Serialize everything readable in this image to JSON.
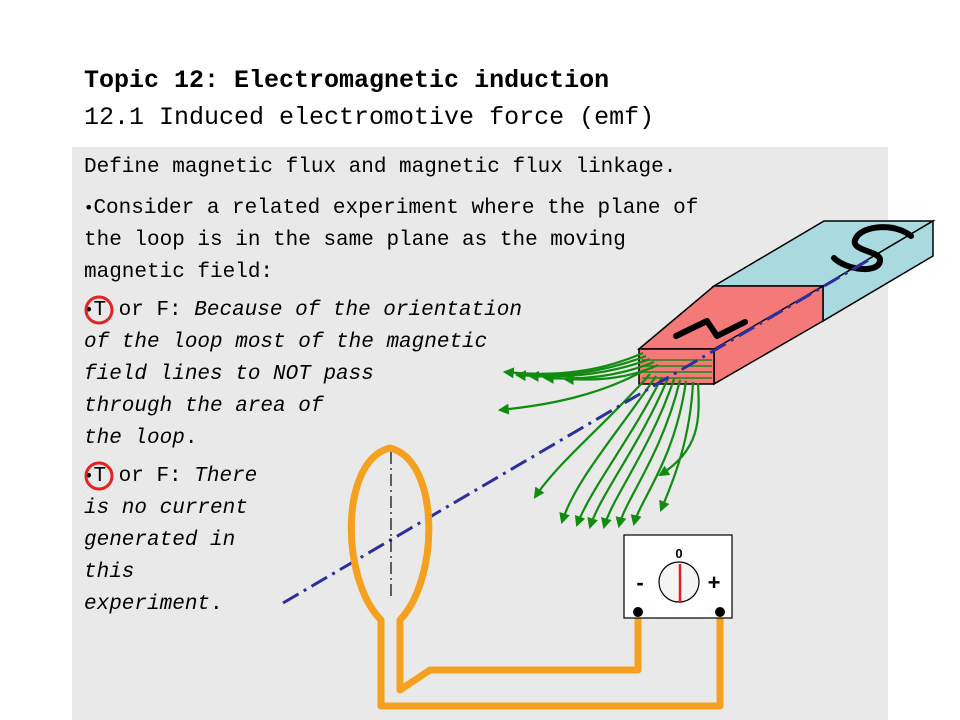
{
  "title": {
    "line1": "Topic 12: Electromagnetic induction",
    "line2": "12.1 Induced electromotive force (emf)"
  },
  "content": {
    "objective": "Define magnetic flux and magnetic flux linkage.",
    "bullet_symbol": "•",
    "consider": [
      "Consider a related experiment where the plane of",
      "the loop is in the same plane as the moving",
      "magnetic field:"
    ],
    "q1": {
      "answer": "T",
      "connector": " or F: ",
      "lines": [
        "Because of the orientation",
        "of the loop most of the magnetic",
        "field lines to NOT pass",
        "through the area of",
        "the loop"
      ],
      "end": "."
    },
    "q2": {
      "answer": "T",
      "connector": " or F: ",
      "lines": [
        "There",
        "is no current",
        "generated in",
        "this",
        "experiment"
      ],
      "end": "."
    }
  },
  "magnet": {
    "south_label": "S",
    "north_label": "N",
    "south_color": "#a8dadf",
    "north_color": "#f47a7a"
  },
  "meter": {
    "zero_label": "0",
    "minus_label": "-",
    "plus_label": "+"
  },
  "colors": {
    "field_lines": "#118c11",
    "motion_axis": "#2e2e9c",
    "loop_wire": "#f5a01e",
    "answer_circle": "#e32222",
    "panel": "#e9e9e9"
  }
}
